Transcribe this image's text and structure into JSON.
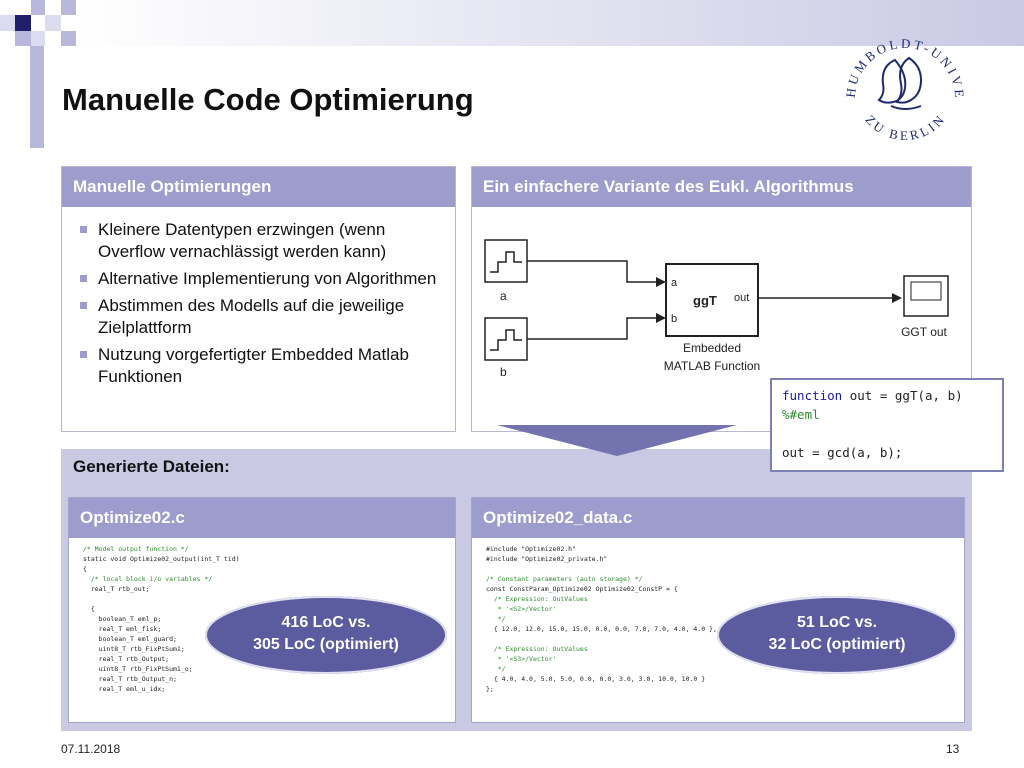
{
  "title": "Manuelle Code Optimierung",
  "logo": {
    "text_top": "HUMBOLDT-UNIVERSITÄT",
    "text_bottom": "ZU BERLIN"
  },
  "left_panel": {
    "heading": "Manuelle Optimierungen",
    "items": [
      "Kleinere Datentypen erzwingen (wenn Overflow vernachlässigt werden kann)",
      "Alternative Implementierung von Algorithmen",
      "Abstimmen des Modells auf die jeweilige Zielplattform",
      "Nutzung vorgefertigter Embedded Matlab Funktionen"
    ]
  },
  "right_panel": {
    "heading": "Ein einfachere Variante des Eukl. Algorithmus",
    "diagram": {
      "input_a": "a",
      "input_b": "b",
      "port_a": "a",
      "port_b": "b",
      "block_name": "ggT",
      "port_out": "out",
      "block_caption_1": "Embedded",
      "block_caption_2": "MATLAB Function",
      "scope_label": "GGT out"
    },
    "function_code": {
      "line1_kw": "function",
      "line1_rest": " out = ggT(a, b)",
      "line2": "%#eml",
      "line3": "out = gcd(a, b);"
    }
  },
  "generated": {
    "heading": "Generierte Dateien:",
    "file1": {
      "name": "Optimize02.c",
      "code": [
        {
          "t": "/* Model output function */",
          "c": true
        },
        {
          "t": "static void Optimize02_output(int_T tid)",
          "c": false
        },
        {
          "t": "{",
          "c": false
        },
        {
          "t": "  /* local block i/o variables */",
          "c": true
        },
        {
          "t": "  real_T rtb_out;",
          "c": false
        },
        {
          "t": "",
          "c": false
        },
        {
          "t": "  {",
          "c": false
        },
        {
          "t": "    boolean_T eml_p;",
          "c": false
        },
        {
          "t": "    real_T eml_fisk;",
          "c": false
        },
        {
          "t": "    boolean_T eml_guard;",
          "c": false
        },
        {
          "t": "    uint8_T rtb_FixPtSum1;",
          "c": false
        },
        {
          "t": "    real_T rtb_Output;",
          "c": false
        },
        {
          "t": "    uint8_T rtb_FixPtSum1_o;",
          "c": false
        },
        {
          "t": "    real_T rtb_Output_n;",
          "c": false
        },
        {
          "t": "    real_T eml_u_idx;",
          "c": false
        }
      ],
      "loc_line1": "416 LoC vs.",
      "loc_line2": "305 LoC (optimiert)"
    },
    "file2": {
      "name": "Optimize02_data.c",
      "code": [
        {
          "t": "#include \"Optimize02.h\"",
          "c": false
        },
        {
          "t": "#include \"Optimize02_private.h\"",
          "c": false
        },
        {
          "t": "",
          "c": false
        },
        {
          "t": "/* Constant parameters (auto storage) */",
          "c": true
        },
        {
          "t": "const ConstParam_Optimize02 Optimize02_ConstP = {",
          "c": false
        },
        {
          "t": "  /* Expression: OutValues",
          "c": true
        },
        {
          "t": "   * '<S2>/Vector'",
          "c": true
        },
        {
          "t": "   */",
          "c": true
        },
        {
          "t": "  { 12.0, 12.0, 15.0, 15.0, 0.0, 0.0, 7.0, 7.0, 4.0, 4.0 },",
          "c": false
        },
        {
          "t": "",
          "c": false
        },
        {
          "t": "  /* Expression: OutValues",
          "c": true
        },
        {
          "t": "   * '<S3>/Vector'",
          "c": true
        },
        {
          "t": "   */",
          "c": true
        },
        {
          "t": "  { 4.0, 4.0, 5.0, 5.0, 0.0, 0.0, 3.0, 3.0, 10.0, 10.0 }",
          "c": false
        },
        {
          "t": "};",
          "c": false
        }
      ],
      "loc_line1": "51 LoC vs.",
      "loc_line2": "32 LoC (optimiert)"
    }
  },
  "footer": {
    "date": "07.11.2018",
    "page": "13"
  },
  "colors": {
    "accent": "#9c9ccd",
    "oval": "#5b5ba0",
    "band": "#c9c9e3"
  }
}
